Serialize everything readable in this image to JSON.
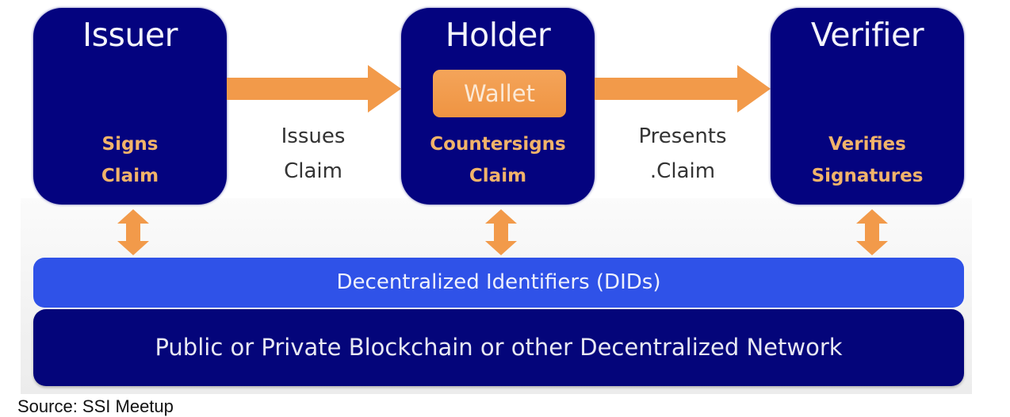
{
  "colors": {
    "actor_box": "#04037f",
    "accent_orange": "#f29a4a",
    "role_text": "#f1b36a",
    "did_bar": "#2f52e8",
    "chain_bar": "#04057a"
  },
  "actors": {
    "issuer": {
      "title": "Issuer",
      "role_line1": "Signs",
      "role_line2": "Claim"
    },
    "holder": {
      "title": "Holder",
      "wallet": "Wallet",
      "role_line1": "Countersigns",
      "role_line2": "Claim"
    },
    "verifier": {
      "title": "Verifier",
      "role_line1": "Verifies",
      "role_line2": "Signatures"
    }
  },
  "flows": {
    "issue": {
      "line1": "Issues",
      "line2": "Claim",
      "icon": "arrow-right-icon"
    },
    "present": {
      "line1": "Presents",
      "line2": ".Claim",
      "icon": "arrow-right-icon"
    }
  },
  "links": {
    "icon": "double-arrow-vertical-icon"
  },
  "layers": {
    "did": "Decentralized Identifiers (DIDs)",
    "network": "Public or Private Blockchain or other Decentralized Network"
  },
  "caption": "Source: SSI Meetup"
}
